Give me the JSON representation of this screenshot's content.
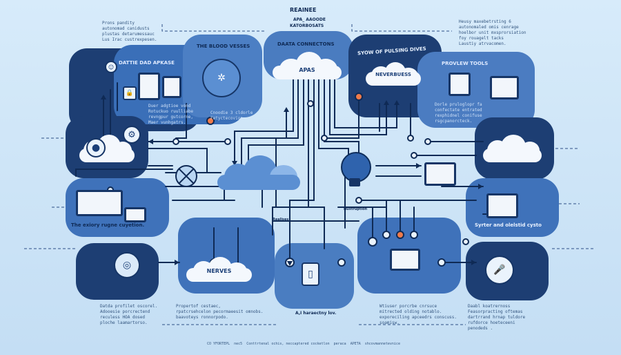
{
  "title": "REAINEE",
  "subtitle": [
    "APA_ A",
    "AOODE",
    "KATORBOSATS"
  ],
  "labels": {
    "blood_vessels": "THE BLOOD VESSES",
    "data_connections": "DAATA CONNECTONS",
    "pulsing_data": "SYOW OF PULSING DIVES",
    "preview_tools": "PROVLEW TOOLS",
    "dattie_apkase": "DATTIE DAD APKASE",
    "apas": "APAS",
    "neverbuess": "NEVERBUESS",
    "nerves": "NERVES",
    "entry_region": "The exiory rugne cuyetion.",
    "syntax_obfield": "Syrter and olelstid cysto",
    "nuxtruption": "Nuxtruption",
    "realises": "Realises",
    "hahardrag": "A,I haraectny lov.",
    "bottom_line": "CO YFORTEPL  nec5  Conttrtenal ochis, neccaptered cocketlon  peraca  APETA  shcovmannetevnice"
  },
  "notes": {
    "top_left": "Prons pandity\nautonomad canidusts\nplustas detarumessauc\nLus Irac custrexpesen.",
    "top_right": "Heusy maxebetrsting 6\nautonomaled omis cenrage\nhoelbor unit mxsprorsiation\nfoy rouagelt tacks\nLaustiy atrvacomen.",
    "mid_left": "Duer adgtioe vond\nRotuckuo ruulliabe\nrevngpur gutcorne,\nMaer vunhgatrs.",
    "mid_center": "Cnoodie 3 cldorle\nFetyctecovion.",
    "mid_right": "Dorle pruloglopr fa\nconfectate entrated\nrexphidnel conifuse\nrsgcpanorcteck.",
    "bottom_left": "Datda profilet oscorel.\nAdooesie porcrectend\nreculess HOA dosed\nploche laamartorso.",
    "bottom_mid_left": "Propertof cestaec,\nrpatcrsehcelon pecormaeesit omnobs.\nbaavoteys ronnorpodo.",
    "bottom_mid_right": "Wtiuser porcrbe cnrsuce\nmitrected olding notablo.\nexporeciling apceedrs conscuss.\nsoamisw.",
    "bottom_right": "Daabl koatrernoss\nFeasorpracting oftemas\ndartrrand hrnap tuldore\nrufdorce hoeteceeni\npenodeds ."
  },
  "colors": {
    "background": "#cfe5f7",
    "panel_dark": "#1d3e73",
    "panel_mid": "#3d6db3",
    "wire": "#0f2a55",
    "accent": "#ef7b4a"
  }
}
